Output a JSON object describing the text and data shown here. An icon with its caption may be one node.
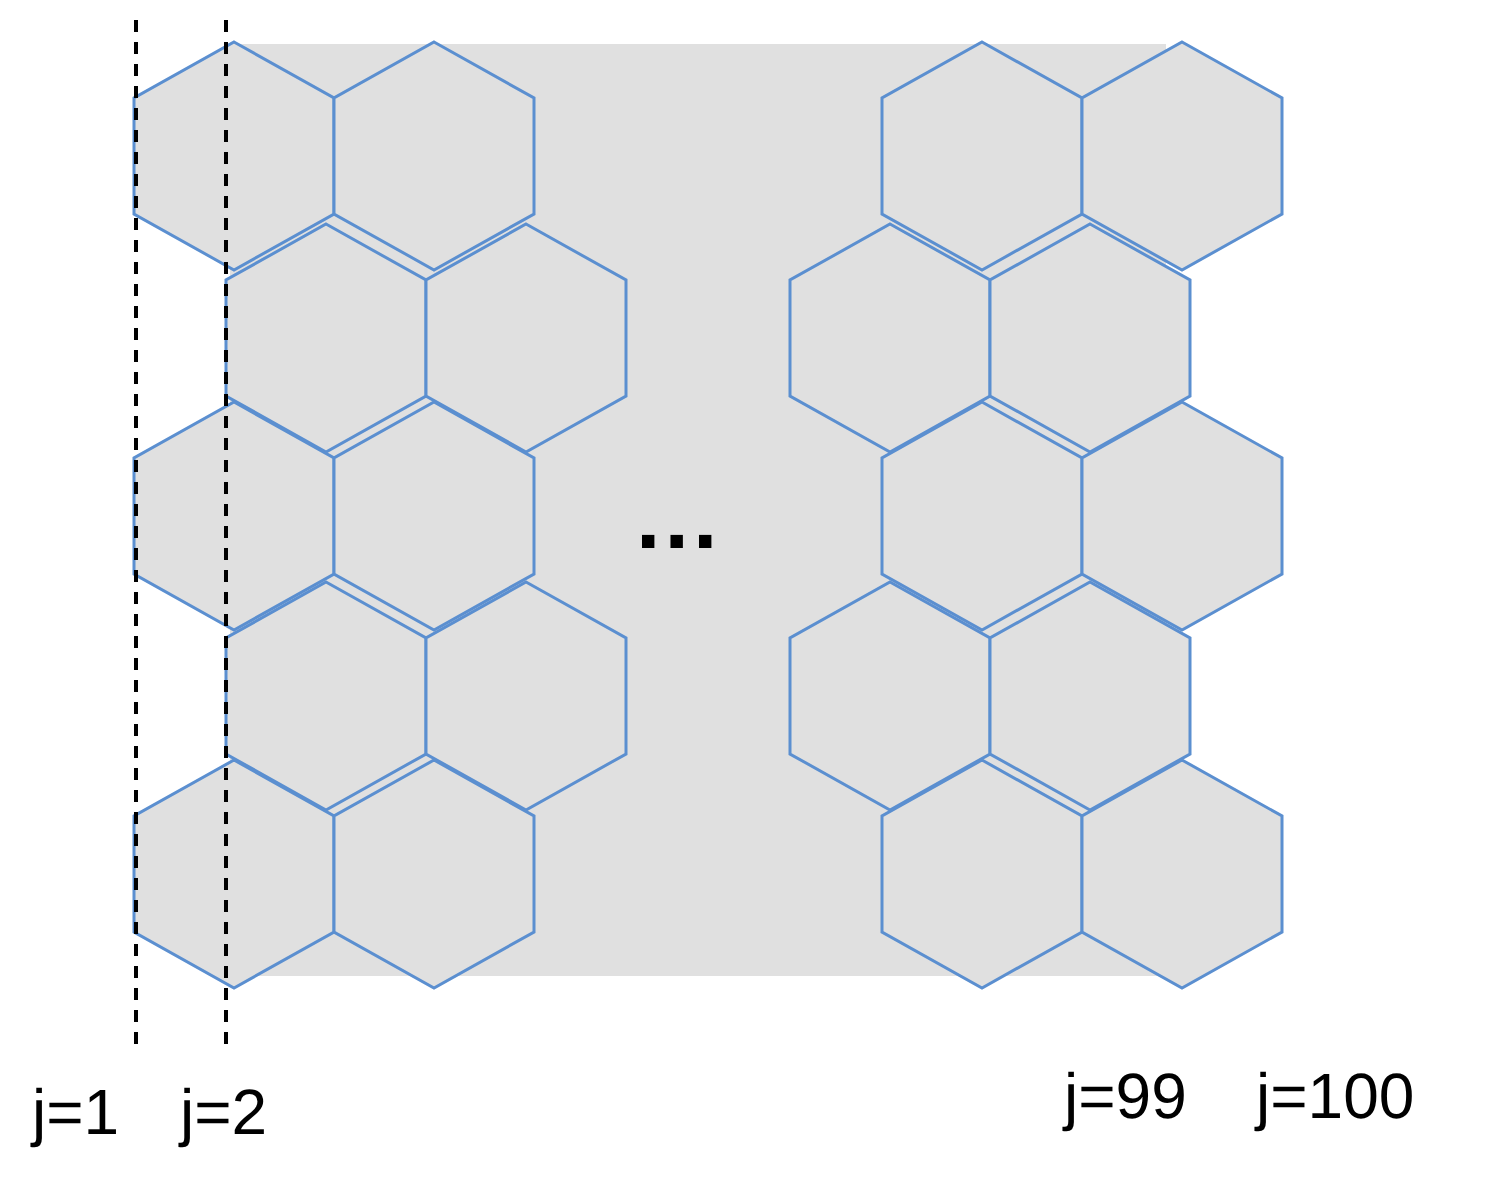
{
  "diagram": {
    "labels": [
      "...",
      "j=1",
      "j=2",
      "j=99",
      "j=100"
    ]
  }
}
